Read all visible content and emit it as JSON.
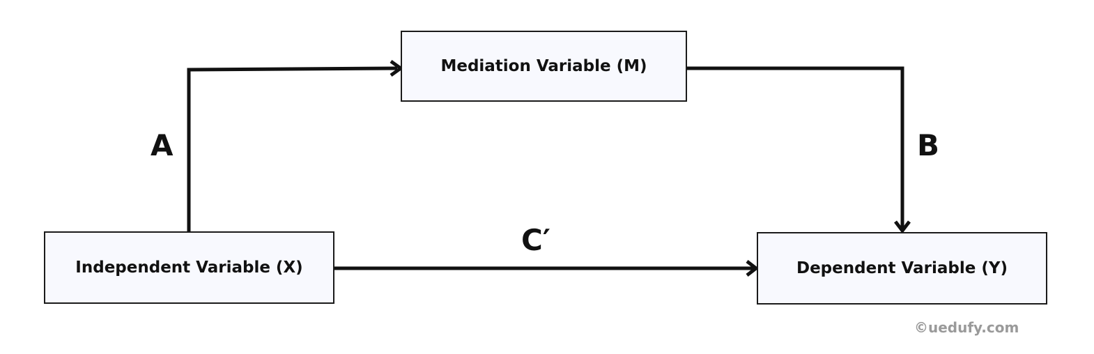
{
  "diagram": {
    "nodes": {
      "mediator": "Mediation Variable (M)",
      "independent": "Independent Variable (X)",
      "dependent": "Dependent Variable (Y)"
    },
    "edges": {
      "a": "A",
      "b": "B",
      "c_prime": "C′"
    },
    "watermark": "©uedufy.com"
  },
  "colors": {
    "node_fill": "#f8f9fe",
    "stroke": "#1a1a1a",
    "watermark": "#9a9a9a"
  }
}
